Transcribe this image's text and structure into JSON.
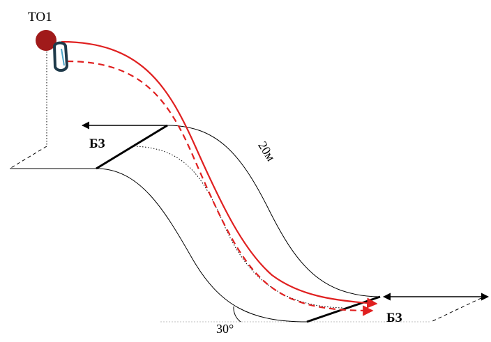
{
  "labels": {
    "anchor": "ТО1",
    "zone_top": "БЗ",
    "zone_bottom": "БЗ",
    "length": "20м",
    "angle": "30°"
  },
  "colors": {
    "anchor_ball": "#a01a1a",
    "rope": "#e02020",
    "carabiner": "#1f3a4a",
    "carabiner_gate": "#4aa3c8",
    "line": "#000000"
  },
  "icons": {
    "anchor": "anchor-point-ball-icon",
    "carabiner": "carabiner-icon",
    "arrow": "arrow-icon"
  }
}
